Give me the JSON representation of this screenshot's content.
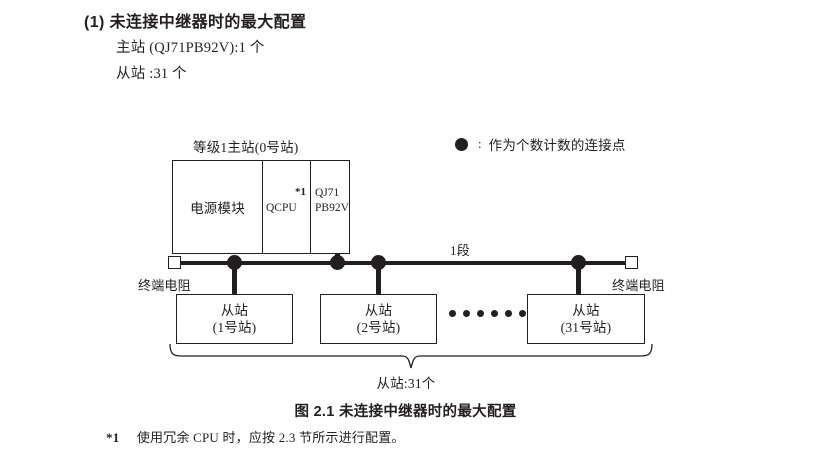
{
  "heading": {
    "title": "(1) 未连接中继器时的最大配置",
    "line_1": "主站 (QJ71PB92V):1 个",
    "line_2": "从站 :31 个"
  },
  "legend": {
    "marker": "filled-circle",
    "colon": ":",
    "text": "作为个数计数的连接点"
  },
  "diagram": {
    "master": {
      "caption": "等级1主站(0号站)",
      "slots": {
        "power_label": "电源模块",
        "cpu_label": "QCPU",
        "cpu_footnote_mark": "*1",
        "network_line_1": "QJ71",
        "network_line_2": "PB92V"
      }
    },
    "bus": {
      "segment_label": "1段",
      "terminator_left_label": "终端电阻",
      "terminator_right_label": "终端电阻"
    },
    "slaves": [
      {
        "name": "从站",
        "station": "(1号站)"
      },
      {
        "name": "从站",
        "station": "(2号站)"
      },
      {
        "name": "从站",
        "station": "(31号站)"
      }
    ],
    "ellipsis_dot_count": 6,
    "brace_label": "从站:31个"
  },
  "figure": {
    "caption": "图 2.1  未连接中继器时的最大配置"
  },
  "footnote": {
    "mark": "*1",
    "text": "使用冗余 CPU 时，应按 2.3 节所示进行配置。"
  },
  "colors": {
    "ink": "#231f20",
    "background": "#ffffff"
  }
}
